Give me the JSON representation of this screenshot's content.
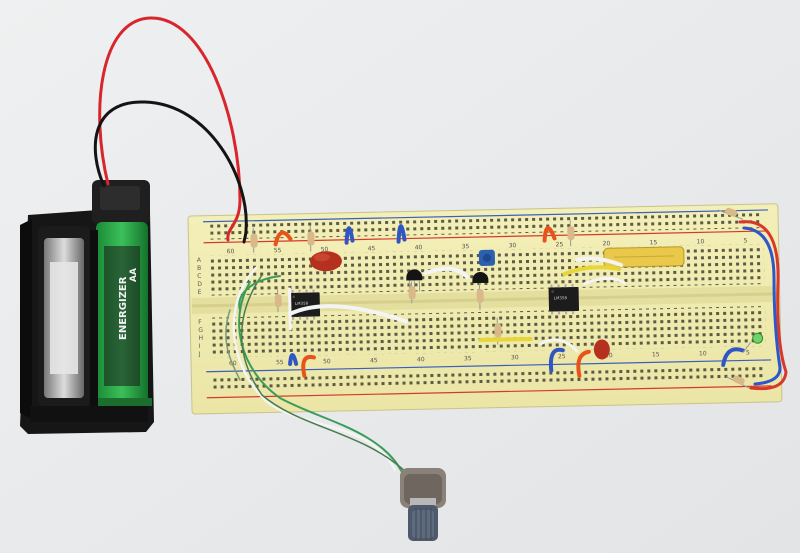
{
  "scene": {
    "description_hidden": "",
    "breadboard": {
      "column_labels_top": [
        "60",
        "55",
        "50",
        "45",
        "40",
        "35",
        "30",
        "25",
        "20",
        "15",
        "10",
        "5"
      ],
      "column_labels_bottom": [
        "60",
        "55",
        "50",
        "45",
        "40",
        "35",
        "30",
        "25",
        "20",
        "15",
        "10",
        "5"
      ],
      "row_labels_top": [
        "A",
        "B",
        "C",
        "D",
        "E"
      ],
      "row_labels_bottom": [
        "F",
        "G",
        "H",
        "I",
        "J"
      ]
    },
    "battery": {
      "label_brand": "AA",
      "label_text": "ENERGIZER"
    }
  }
}
